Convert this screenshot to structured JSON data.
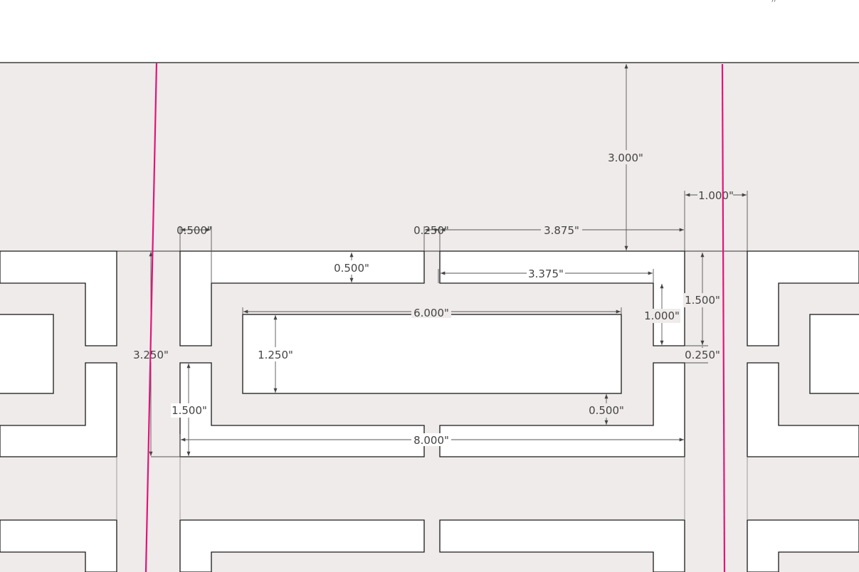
{
  "colors": {
    "panel": "#efebea",
    "cutout": "#ffffff",
    "outline": "#1a1a1a",
    "dimension": "#555555",
    "guide": "#e0157a"
  },
  "icons": {
    "corner_glyph": "cursor-mark-icon"
  },
  "dimensions": {
    "top_margin": "3.000\"",
    "right_gap": "1.000\"",
    "left_slot": "0.500\"",
    "center_slot": "0.250\"",
    "top_right_run": "3.875\"",
    "top_band": "0.500\"",
    "inner_top_run": "3.375\"",
    "right_outer_height": "1.500\"",
    "right_inner_height": "1.000\"",
    "inner_rect_width": "6.000\"",
    "inner_rect_height": "1.250\"",
    "left_height": "3.250\"",
    "right_slot": "0.250\"",
    "lower_left_height": "1.500\"",
    "bottom_band": "0.500\"",
    "overall_width": "8.000\""
  }
}
